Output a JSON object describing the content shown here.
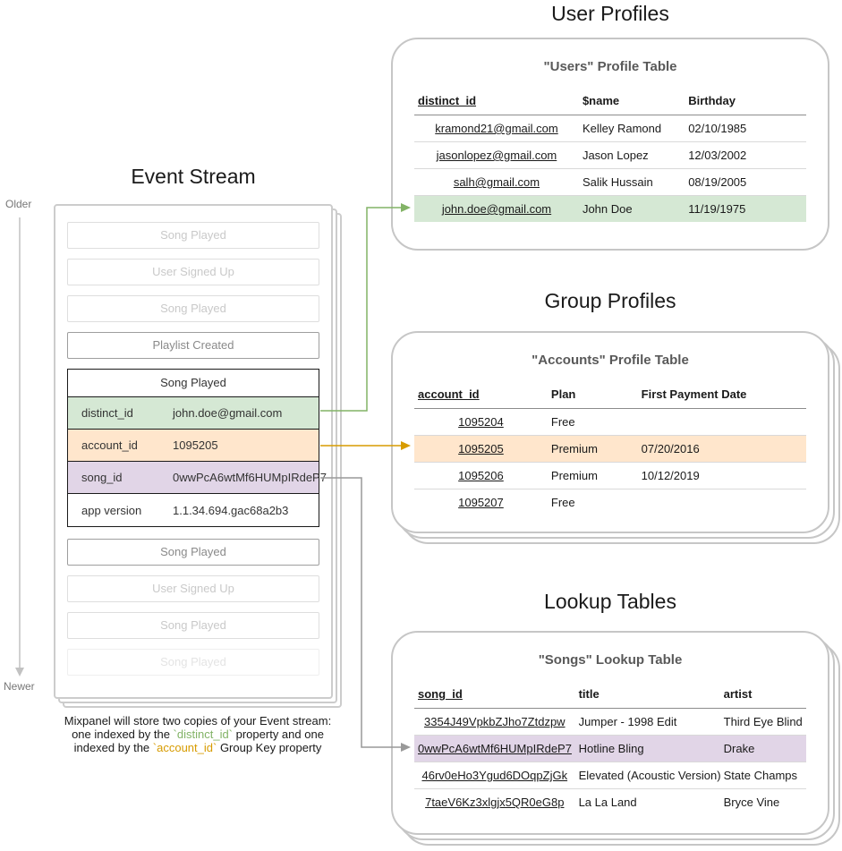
{
  "colors": {
    "green_highlight": "#d5e8d4",
    "green_accent": "#82b366",
    "orange_highlight": "#ffe6cc",
    "orange_accent": "#d79b00",
    "purple_highlight": "#e1d5e7",
    "gray_connector": "#999999"
  },
  "event_stream": {
    "title": "Event Stream",
    "older_label": "Older",
    "newer_label": "Newer",
    "events_before": [
      {
        "label": "Song Played"
      },
      {
        "label": "User Signed Up"
      },
      {
        "label": "Song Played"
      },
      {
        "label": "Playlist Created"
      }
    ],
    "expanded_event": {
      "title": "Song Played",
      "rows": [
        {
          "key": "distinct_id",
          "value": "john.doe@gmail.com"
        },
        {
          "key": "account_id",
          "value": "1095205"
        },
        {
          "key": "song_id",
          "value": "0wwPcA6wtMf6HUMpIRdeP7"
        },
        {
          "key": "app version",
          "value": "1.1.34.694.gac68a2b3"
        }
      ]
    },
    "events_after": [
      {
        "label": "Song Played"
      },
      {
        "label": "User Signed Up"
      },
      {
        "label": "Song Played"
      },
      {
        "label": "Song Played"
      }
    ],
    "caption": {
      "line1": "Mixpanel will store two copies of your Event stream:",
      "line2_pre": "one indexed by the ",
      "line2_code": "`distinct_id`",
      "line2_post": " property and one",
      "line3_pre": "indexed by the ",
      "line3_code": "`account_id`",
      "line3_post": " Group Key property"
    }
  },
  "user_profiles": {
    "section_title": "User Profiles",
    "table_title": "\"Users\" Profile Table",
    "headers": [
      "distinct_id",
      "$name",
      "Birthday"
    ],
    "rows": [
      [
        "kramond21@gmail.com",
        "Kelley Ramond",
        "02/10/1985"
      ],
      [
        "jasonlopez@gmail.com",
        "Jason Lopez",
        "12/03/2002"
      ],
      [
        "salh@gmail.com",
        "Salik Hussain",
        "08/19/2005"
      ],
      [
        "john.doe@gmail.com",
        "John Doe",
        "11/19/1975"
      ]
    ]
  },
  "group_profiles": {
    "section_title": "Group Profiles",
    "table_title": "\"Accounts\" Profile Table",
    "headers": [
      "account_id",
      "Plan",
      "First Payment Date"
    ],
    "rows": [
      [
        "1095204",
        "Free",
        ""
      ],
      [
        "1095205",
        "Premium",
        "07/20/2016"
      ],
      [
        "1095206",
        "Premium",
        "10/12/2019"
      ],
      [
        "1095207",
        "Free",
        ""
      ]
    ]
  },
  "lookup_tables": {
    "section_title": "Lookup Tables",
    "table_title": "\"Songs\" Lookup Table",
    "headers": [
      "song_id",
      "title",
      "artist"
    ],
    "rows": [
      [
        "3354J49VpkbZJho7Ztdzpw",
        "Jumper - 1998 Edit",
        "Third Eye Blind"
      ],
      [
        "0wwPcA6wtMf6HUMpIRdeP7",
        "Hotline Bling",
        "Drake"
      ],
      [
        "46rv0eHo3Ygud6DOqpZjGk",
        "Elevated (Acoustic Version)",
        "State Champs"
      ],
      [
        "7taeV6Kz3xlgjx5QR0eG8p",
        "La La Land",
        "Bryce Vine"
      ]
    ]
  }
}
